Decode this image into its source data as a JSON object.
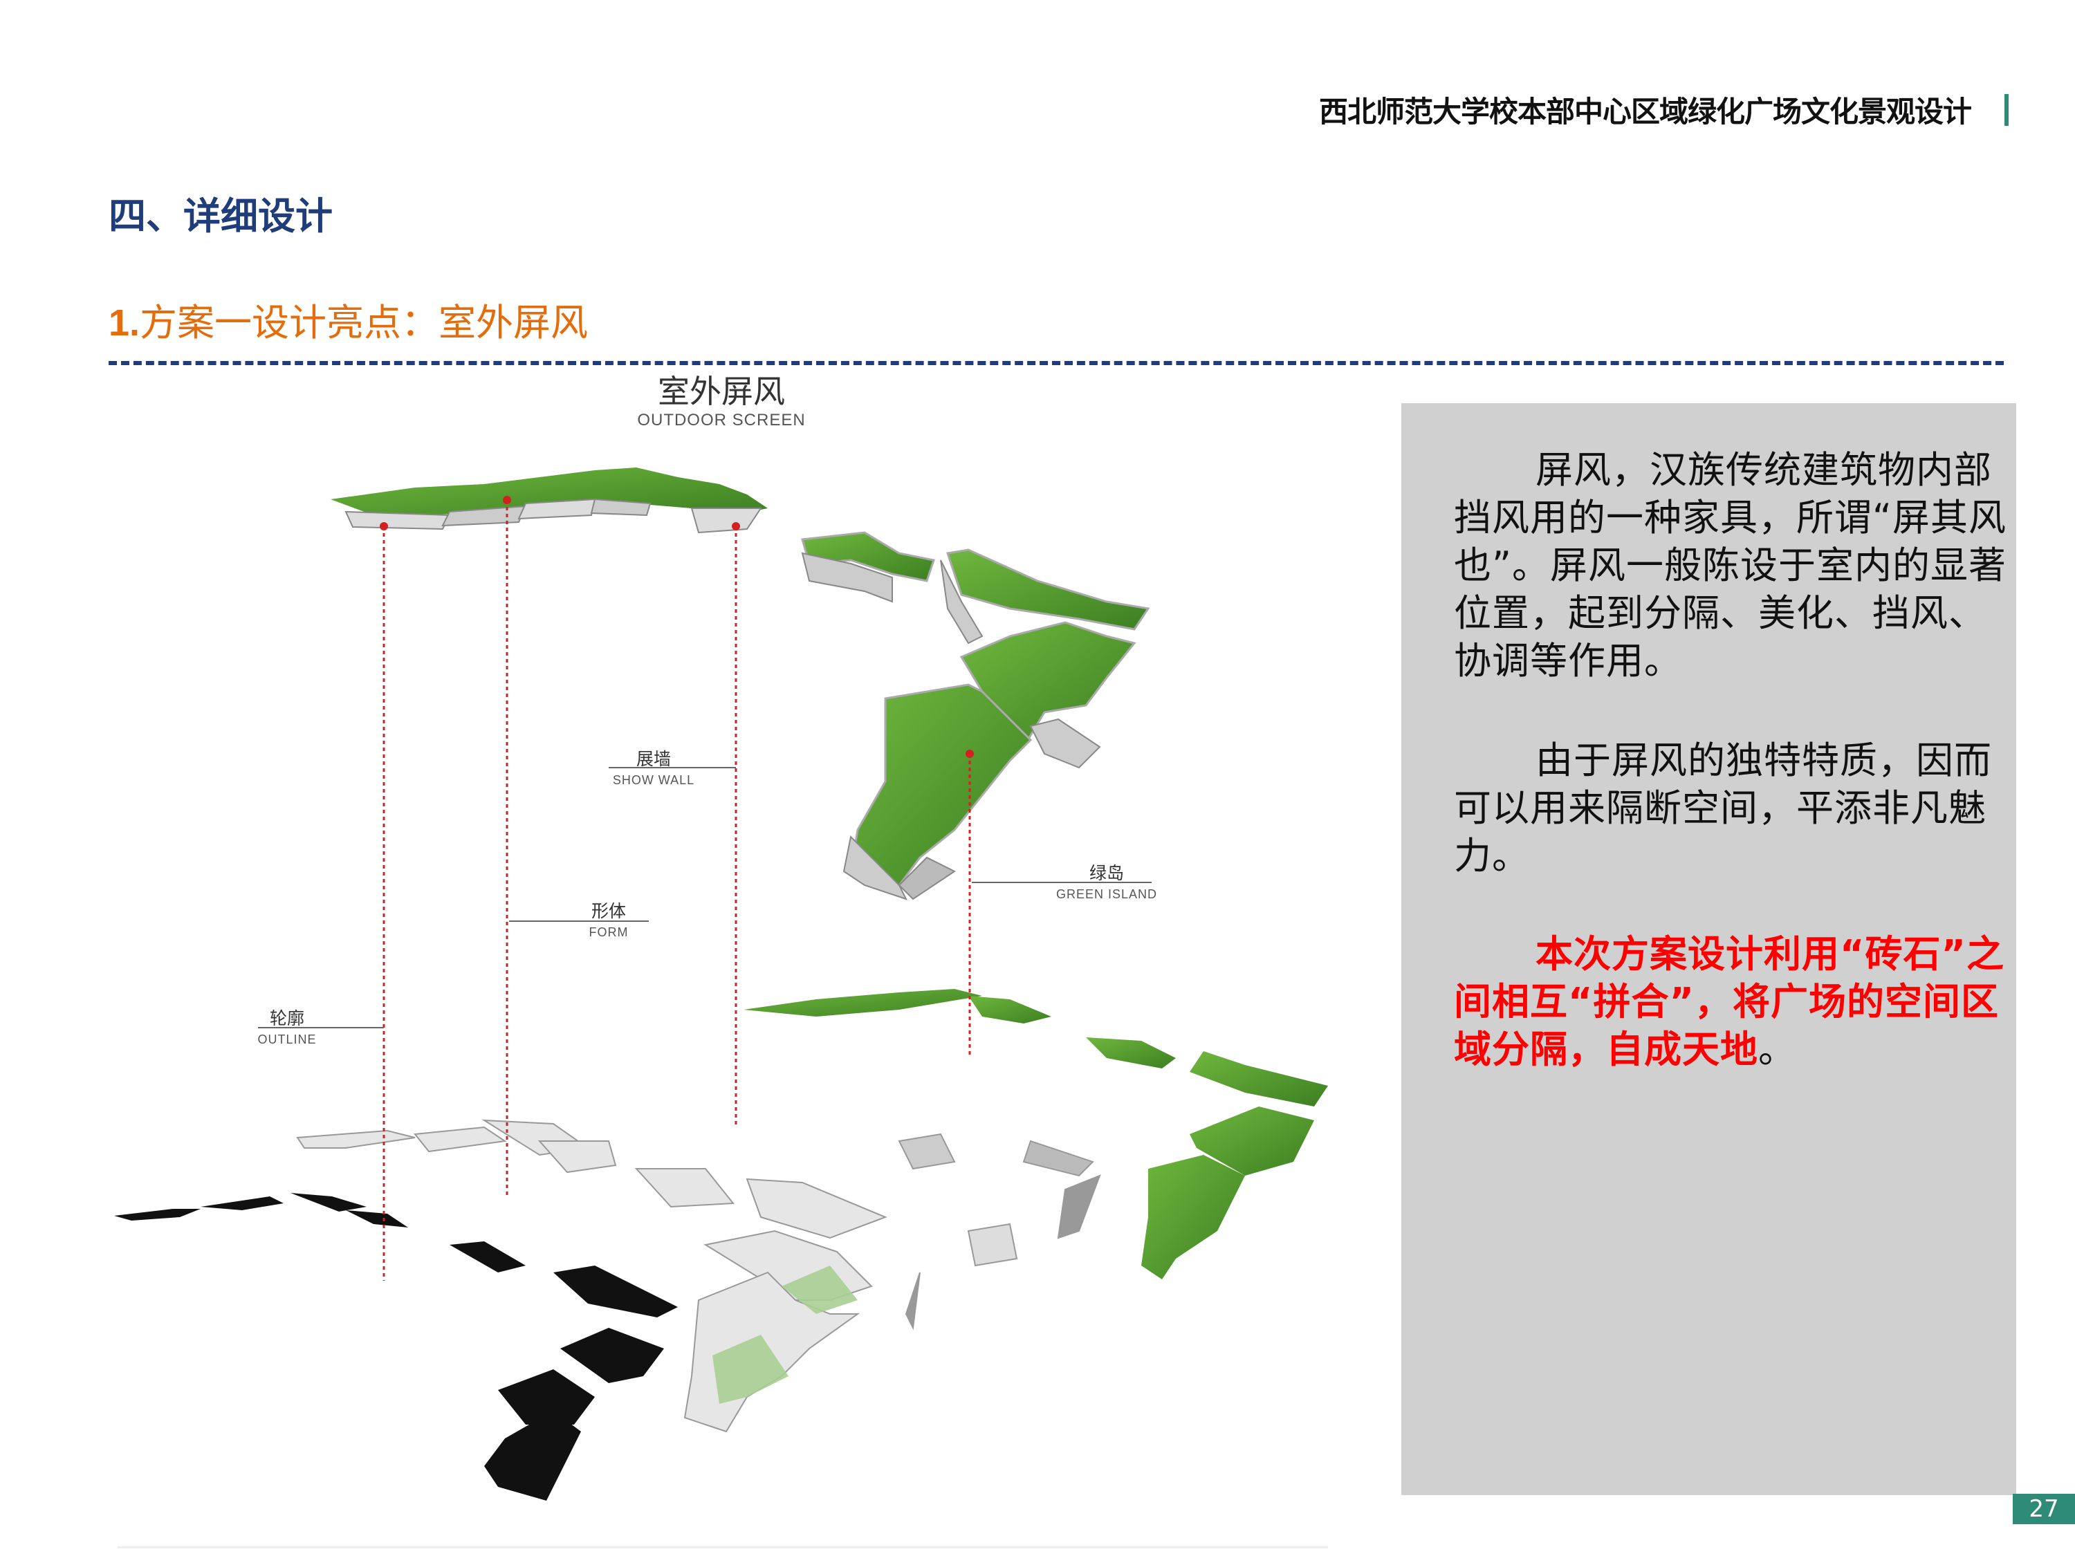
{
  "header": {
    "title": "西北师范大学校本部中心区域绿化广场文化景观设计"
  },
  "section": {
    "title": "四、详细设计",
    "subtitle_num": "1.",
    "subtitle": "方案一设计亮点：室外屏风"
  },
  "diagram": {
    "title_cn": "室外屏风",
    "title_en": "OUTDOOR SCREEN",
    "labels": [
      {
        "cn": "展墙",
        "en": "SHOW WALL"
      },
      {
        "cn": "形体",
        "en": "FORM"
      },
      {
        "cn": "绿岛",
        "en": "GREEN ISLAND"
      },
      {
        "cn": "轮廓",
        "en": "OUTLINE"
      }
    ],
    "colors": {
      "green": "#4f9a2c",
      "leader": "#d42020",
      "outline": "#111111"
    }
  },
  "panel": {
    "p1": "屏风，汉族传统建筑物内部挡风用的一种家具，所谓“屏其风也”。屏风一般陈设于室内的显著位置，起到分隔、美化、挡风、协调等作用。",
    "p2": "由于屏风的独特特质，因而可以用来隔断空间，平添非凡魅力。",
    "p3": "本次方案设计利用“砖石”之间相互“拼合”，将广场的空间区域分隔，自成天地",
    "p3_end": "。"
  },
  "page_number": "27",
  "colors": {
    "accent_blue": "#1f3d7a",
    "accent_orange": "#e46c0a",
    "panel": "#d0d0d0",
    "page_badge": "#2e8b77",
    "highlight": "#ff0000"
  }
}
